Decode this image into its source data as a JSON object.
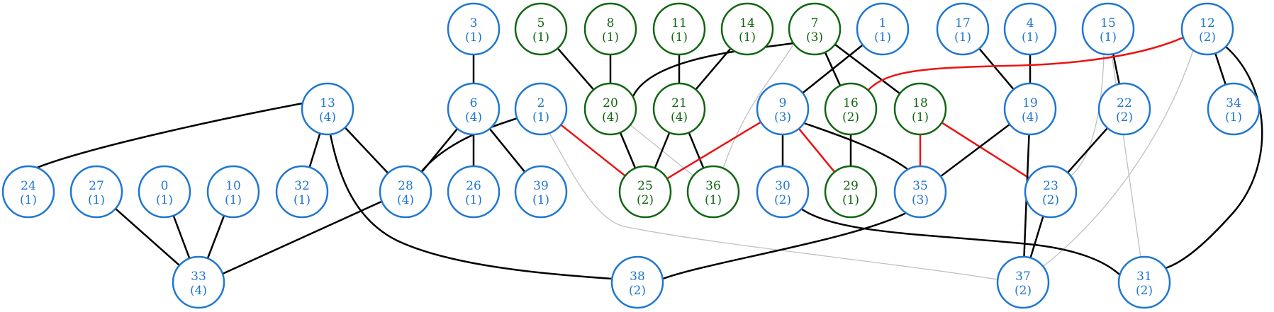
{
  "colors": {
    "blue": "#1f77d0",
    "green": "#116611",
    "black": "#000000",
    "red": "#ee1111",
    "gray": "#c0c0c0"
  },
  "nodes": [
    {
      "id": "3",
      "count": "(1)",
      "color": "blue"
    },
    {
      "id": "5",
      "count": "(1)",
      "color": "green"
    },
    {
      "id": "8",
      "count": "(1)",
      "color": "green"
    },
    {
      "id": "11",
      "count": "(1)",
      "color": "green"
    },
    {
      "id": "14",
      "count": "(1)",
      "color": "green"
    },
    {
      "id": "7",
      "count": "(3)",
      "color": "green"
    },
    {
      "id": "1",
      "count": "(1)",
      "color": "blue"
    },
    {
      "id": "17",
      "count": "(1)",
      "color": "blue"
    },
    {
      "id": "4",
      "count": "(1)",
      "color": "blue"
    },
    {
      "id": "15",
      "count": "(1)",
      "color": "blue"
    },
    {
      "id": "12",
      "count": "(2)",
      "color": "blue"
    },
    {
      "id": "13",
      "count": "(4)",
      "color": "blue"
    },
    {
      "id": "6",
      "count": "(4)",
      "color": "blue"
    },
    {
      "id": "2",
      "count": "(1)",
      "color": "blue"
    },
    {
      "id": "20",
      "count": "(4)",
      "color": "green"
    },
    {
      "id": "21",
      "count": "(4)",
      "color": "green"
    },
    {
      "id": "9",
      "count": "(3)",
      "color": "blue"
    },
    {
      "id": "16",
      "count": "(2)",
      "color": "green"
    },
    {
      "id": "18",
      "count": "(1)",
      "color": "green"
    },
    {
      "id": "19",
      "count": "(4)",
      "color": "blue"
    },
    {
      "id": "22",
      "count": "(2)",
      "color": "blue"
    },
    {
      "id": "34",
      "count": "(1)",
      "color": "blue"
    },
    {
      "id": "24",
      "count": "(1)",
      "color": "blue"
    },
    {
      "id": "27",
      "count": "(1)",
      "color": "blue"
    },
    {
      "id": "0",
      "count": "(1)",
      "color": "blue"
    },
    {
      "id": "10",
      "count": "(1)",
      "color": "blue"
    },
    {
      "id": "32",
      "count": "(1)",
      "color": "blue"
    },
    {
      "id": "28",
      "count": "(4)",
      "color": "blue"
    },
    {
      "id": "26",
      "count": "(1)",
      "color": "blue"
    },
    {
      "id": "39",
      "count": "(1)",
      "color": "blue"
    },
    {
      "id": "25",
      "count": "(2)",
      "color": "green"
    },
    {
      "id": "36",
      "count": "(1)",
      "color": "green"
    },
    {
      "id": "30",
      "count": "(2)",
      "color": "blue"
    },
    {
      "id": "29",
      "count": "(1)",
      "color": "green"
    },
    {
      "id": "35",
      "count": "(3)",
      "color": "blue"
    },
    {
      "id": "23",
      "count": "(2)",
      "color": "blue"
    },
    {
      "id": "33",
      "count": "(4)",
      "color": "blue"
    },
    {
      "id": "38",
      "count": "(2)",
      "color": "blue"
    },
    {
      "id": "37",
      "count": "(2)",
      "color": "blue"
    },
    {
      "id": "31",
      "count": "(2)",
      "color": "blue"
    }
  ],
  "edges": [
    {
      "from": "3",
      "to": "6",
      "color": "black"
    },
    {
      "from": "5",
      "to": "20",
      "color": "black"
    },
    {
      "from": "8",
      "to": "20",
      "color": "black"
    },
    {
      "from": "11",
      "to": "21",
      "color": "black"
    },
    {
      "from": "14",
      "to": "21",
      "color": "black"
    },
    {
      "from": "7",
      "to": "20",
      "color": "black"
    },
    {
      "from": "7",
      "to": "16",
      "color": "black"
    },
    {
      "from": "7",
      "to": "18",
      "color": "black"
    },
    {
      "from": "7",
      "to": "36",
      "color": "gray"
    },
    {
      "from": "1",
      "to": "9",
      "color": "black"
    },
    {
      "from": "17",
      "to": "19",
      "color": "black"
    },
    {
      "from": "4",
      "to": "19",
      "color": "black"
    },
    {
      "from": "15",
      "to": "22",
      "color": "black"
    },
    {
      "from": "15",
      "to": "23",
      "color": "gray"
    },
    {
      "from": "15",
      "to": "31",
      "color": "gray"
    },
    {
      "from": "12",
      "to": "16",
      "color": "red"
    },
    {
      "from": "12",
      "to": "34",
      "color": "black"
    },
    {
      "from": "12",
      "to": "31",
      "color": "black"
    },
    {
      "from": "12",
      "to": "37",
      "color": "gray"
    },
    {
      "from": "13",
      "to": "24",
      "color": "black"
    },
    {
      "from": "13",
      "to": "32",
      "color": "black"
    },
    {
      "from": "13",
      "to": "28",
      "color": "black"
    },
    {
      "from": "13",
      "to": "38",
      "color": "black"
    },
    {
      "from": "6",
      "to": "28",
      "color": "black"
    },
    {
      "from": "6",
      "to": "26",
      "color": "black"
    },
    {
      "from": "6",
      "to": "39",
      "color": "black"
    },
    {
      "from": "2",
      "to": "28",
      "color": "black"
    },
    {
      "from": "2",
      "to": "25",
      "color": "red"
    },
    {
      "from": "2",
      "to": "37",
      "color": "gray"
    },
    {
      "from": "20",
      "to": "25",
      "color": "black"
    },
    {
      "from": "20",
      "to": "36",
      "color": "gray"
    },
    {
      "from": "21",
      "to": "25",
      "color": "black"
    },
    {
      "from": "21",
      "to": "36",
      "color": "black"
    },
    {
      "from": "9",
      "to": "25",
      "color": "red"
    },
    {
      "from": "9",
      "to": "30",
      "color": "black"
    },
    {
      "from": "9",
      "to": "29",
      "color": "red"
    },
    {
      "from": "9",
      "to": "35",
      "color": "black"
    },
    {
      "from": "16",
      "to": "29",
      "color": "black"
    },
    {
      "from": "18",
      "to": "35",
      "color": "red"
    },
    {
      "from": "18",
      "to": "23",
      "color": "red"
    },
    {
      "from": "19",
      "to": "35",
      "color": "black"
    },
    {
      "from": "19",
      "to": "37",
      "color": "black"
    },
    {
      "from": "22",
      "to": "23",
      "color": "black"
    },
    {
      "from": "23",
      "to": "37",
      "color": "black"
    },
    {
      "from": "27",
      "to": "33",
      "color": "black"
    },
    {
      "from": "0",
      "to": "33",
      "color": "black"
    },
    {
      "from": "10",
      "to": "33",
      "color": "black"
    },
    {
      "from": "28",
      "to": "33",
      "color": "black"
    },
    {
      "from": "35",
      "to": "38",
      "color": "black"
    },
    {
      "from": "30",
      "to": "31",
      "color": "black"
    }
  ]
}
